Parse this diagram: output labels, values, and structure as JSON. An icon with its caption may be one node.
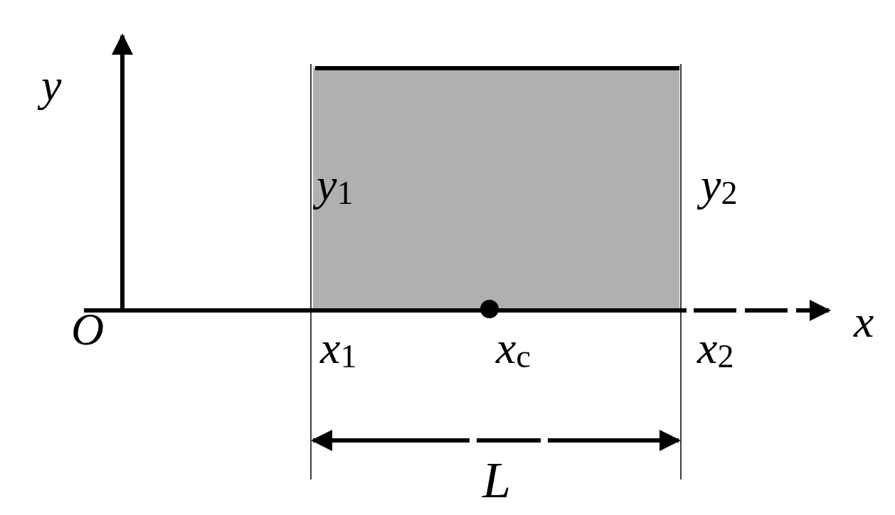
{
  "diagram": {
    "labels": [
      "y",
      "*y*$_{1}$",
      "*y*$_{2}$",
      "O",
      "x",
      "*x*$_{1}$",
      "*x*$_{c}$",
      "*x*$_{2}$",
      "L"
    ]
  }
}
